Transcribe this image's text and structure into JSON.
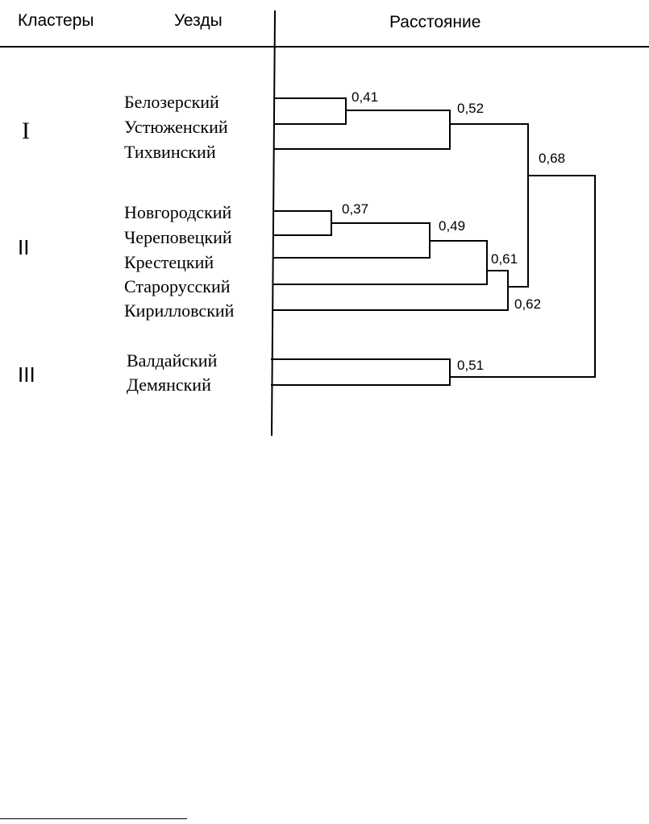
{
  "header": {
    "col_clusters": "Кластеры",
    "col_uezdy": "Уезды",
    "col_distance": "Расстояние"
  },
  "clusters": [
    {
      "label": "I"
    },
    {
      "label": "II"
    },
    {
      "label": "III"
    }
  ],
  "uezdy": [
    "Белозерский",
    "Устюженский",
    "Тихвинский",
    "Новгородский",
    "Череповецкий",
    "Крестецкий",
    "Старорусский",
    "Кирилловский",
    "Валдайский",
    "Демянский"
  ],
  "distances": {
    "d041": "0,41",
    "d052": "0,52",
    "d068": "0,68",
    "d037": "0,37",
    "d049": "0,49",
    "d061": "0,61",
    "d062": "0,62",
    "d051": "0,51"
  }
}
